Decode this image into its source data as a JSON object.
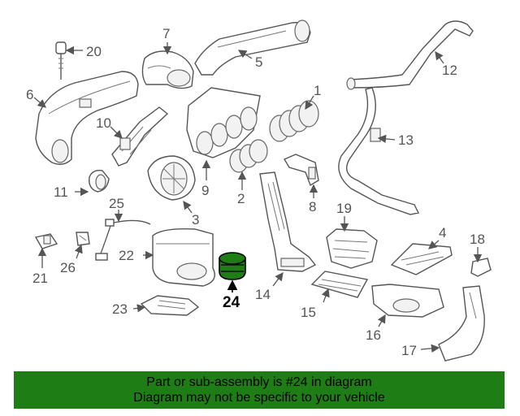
{
  "diagram": {
    "labels": [
      "20",
      "7",
      "5",
      "12",
      "6",
      "1",
      "10",
      "13",
      "11",
      "3",
      "9",
      "2",
      "8",
      "25",
      "19",
      "4",
      "18",
      "21",
      "26",
      "22",
      "24",
      "14",
      "23",
      "15",
      "16",
      "17"
    ],
    "highlighted_part": "24",
    "colors": {
      "highlight": "#1e7d14",
      "line": "#555555",
      "banner": "#1e7d14"
    }
  },
  "banner": {
    "line1": "Part or sub-assembly is #24 in diagram",
    "line2": "Diagram may not be specific to your vehicle"
  }
}
